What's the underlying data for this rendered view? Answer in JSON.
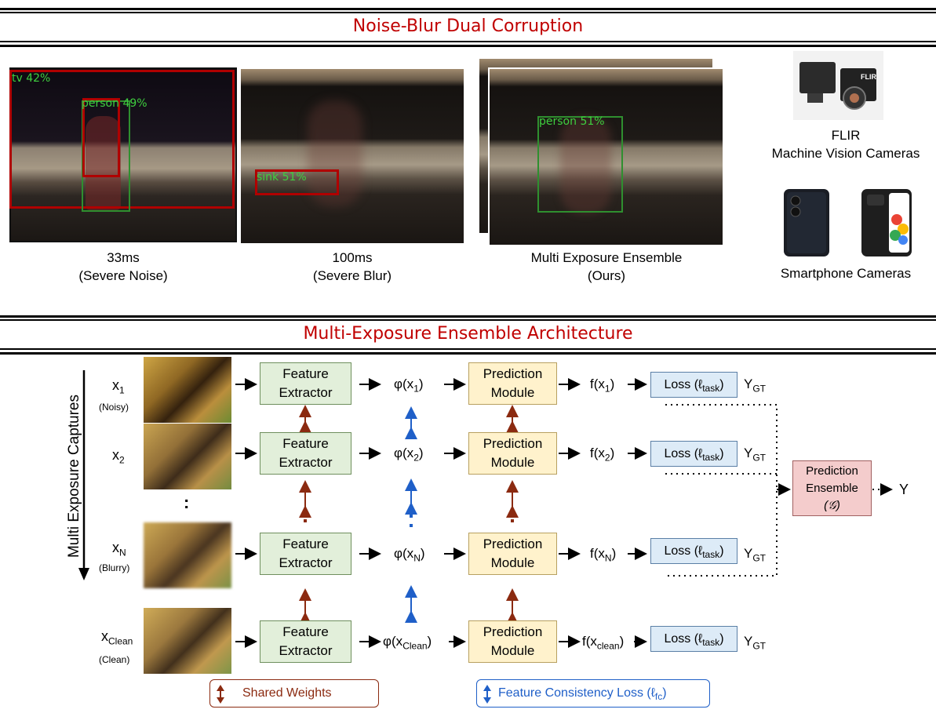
{
  "top_section": {
    "title": "Noise-Blur Dual Corruption",
    "panels": [
      {
        "caption_line1": "33ms",
        "caption_line2": "(Severe Noise)",
        "detections": [
          "tv 42%",
          "person 49%"
        ]
      },
      {
        "caption_line1": "100ms",
        "caption_line2": "(Severe Blur)",
        "detections": [
          "sink 51%"
        ]
      },
      {
        "caption_line1": "Multi Exposure Ensemble",
        "caption_line2": "(Ours)",
        "detections": [
          "person 51%"
        ]
      }
    ],
    "devices": {
      "flir_logo": "FLIR",
      "flir_caption_line1": "FLIR",
      "flir_caption_line2": "Machine Vision Cameras",
      "phone_caption": "Smartphone Cameras"
    }
  },
  "bottom_section": {
    "title": "Multi-Exposure Ensemble Architecture",
    "axis_label": "Multi Exposure Captures",
    "rows": [
      {
        "x_base": "x",
        "x_sub": "1",
        "x_note": "(Noisy)",
        "phi": "φ(x",
        "phi_sub": "1",
        "f": "f(x",
        "f_sub": "1",
        "loss": "Loss (ℓ",
        "loss_sub": "task",
        "ygt": "Y",
        "ygt_sub": "GT"
      },
      {
        "x_base": "x",
        "x_sub": "2",
        "x_note": "",
        "phi": "φ(x",
        "phi_sub": "2",
        "f": "f(x",
        "f_sub": "2",
        "loss": "Loss (ℓ",
        "loss_sub": "task",
        "ygt": "Y",
        "ygt_sub": "GT"
      },
      {
        "x_base": "x",
        "x_sub": "N",
        "x_note": "(Blurry)",
        "phi": "φ(x",
        "phi_sub": "N",
        "f": "f(x",
        "f_sub": "N",
        "loss": "Loss (ℓ",
        "loss_sub": "task",
        "ygt": "Y",
        "ygt_sub": "GT"
      },
      {
        "x_base": "x",
        "x_sub": "Clean",
        "x_note": "(Clean)",
        "phi": "φ(x",
        "phi_sub": "Clean",
        "f": "f(x",
        "f_sub": "clean",
        "loss": "Loss (ℓ",
        "loss_sub": "task",
        "ygt": "Y",
        "ygt_sub": "GT"
      }
    ],
    "feature_extractor_line1": "Feature",
    "feature_extractor_line2": "Extractor",
    "prediction_module_line1": "Prediction",
    "prediction_module_line2": "Module",
    "ensemble_line1": "Prediction",
    "ensemble_line2": "Ensemble",
    "ensemble_symbol": "(𝒢)",
    "output_label": "Y",
    "vertical_ellipsis": ":",
    "legend_shared": "Shared Weights",
    "legend_consistency": "Feature Consistency Loss (ℓ",
    "legend_consistency_sub": "fc",
    "colors": {
      "title_red": "#c00000",
      "shared_arrow": "#8b2a10",
      "consistency_arrow": "#1f5fc8",
      "fe_fill": "#e2efda",
      "pm_fill": "#fff2cc",
      "loss_fill": "#ddebf7",
      "ensemble_fill": "#f4cccc"
    }
  }
}
